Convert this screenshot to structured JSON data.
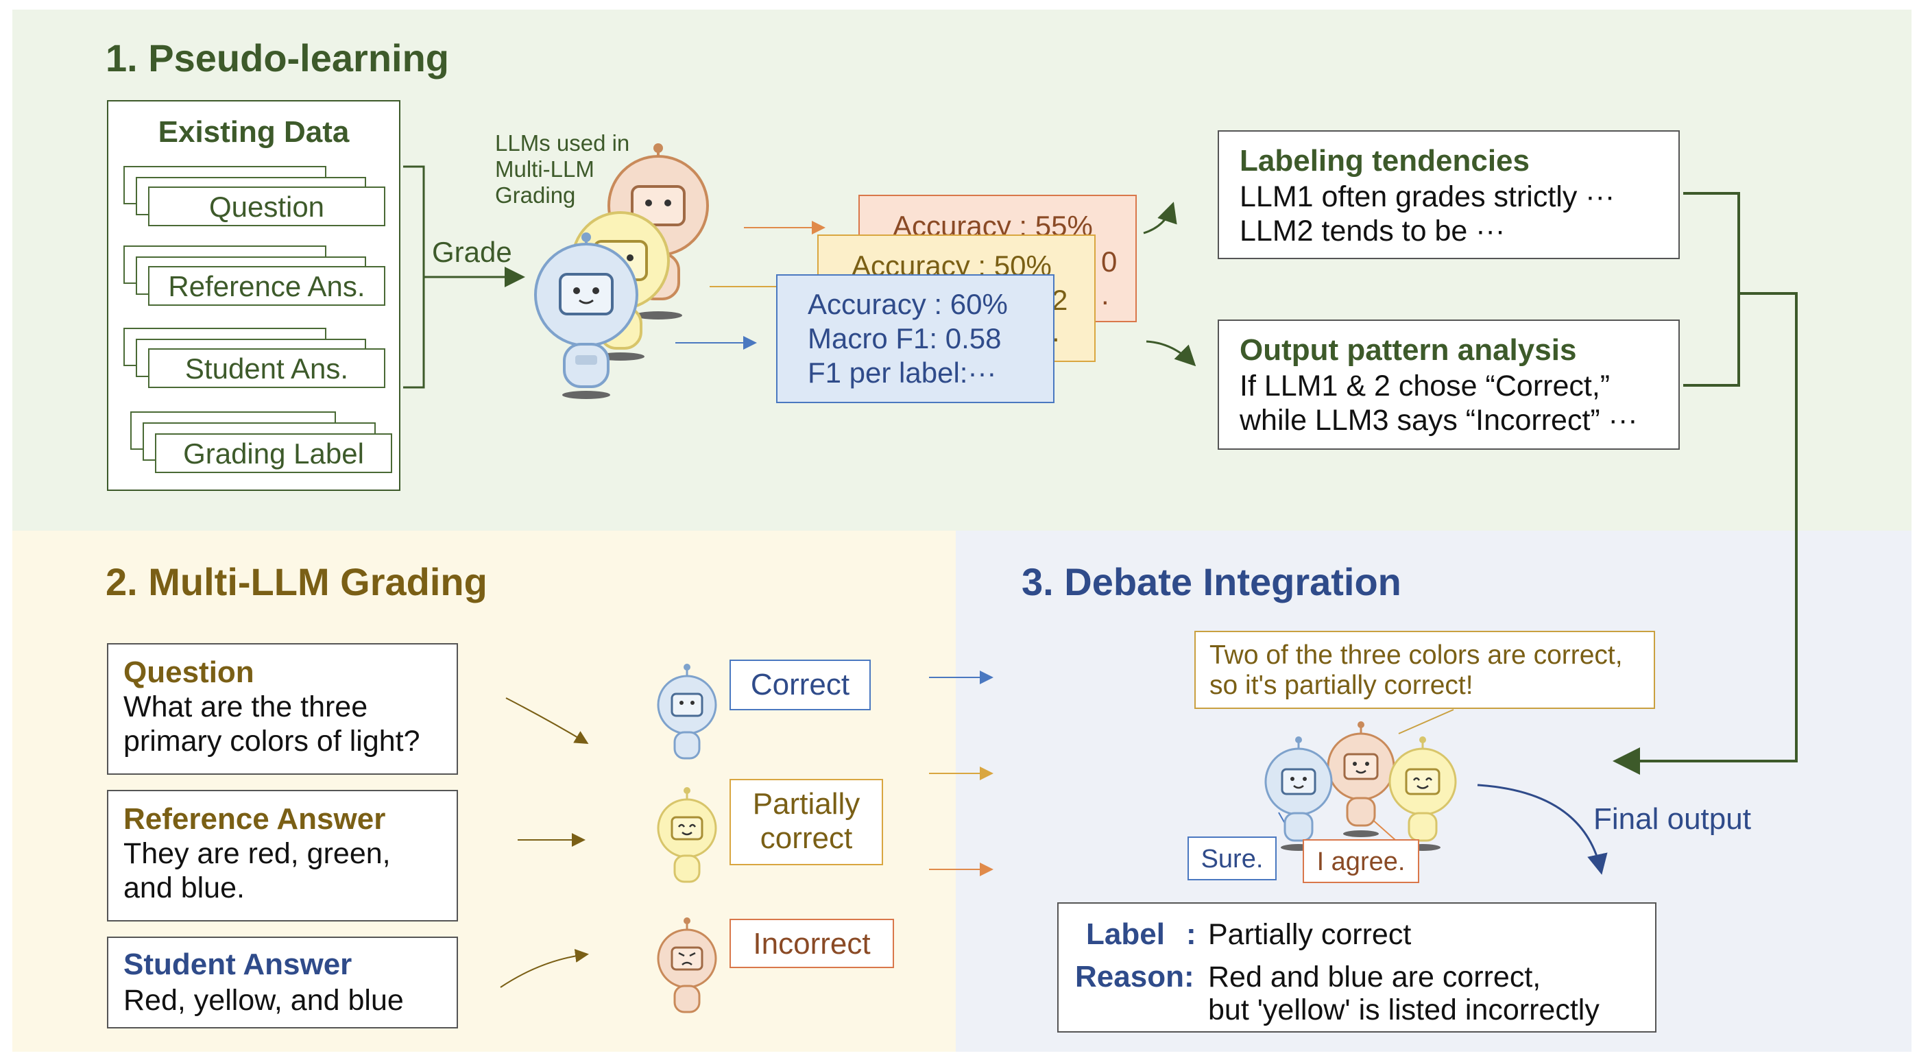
{
  "section1": {
    "title": "1. Pseudo-learning",
    "existing_data": {
      "title": "Existing Data",
      "items": [
        "Question",
        "Reference Ans.",
        "Student Ans.",
        "Grading Label"
      ]
    },
    "grade_label": "Grade",
    "llms_note": [
      "LLMs used in",
      "Multi-LLM",
      "Grading"
    ],
    "metric_cards": [
      {
        "line1": "Accuracy : 55%",
        "line2": "0",
        "line3": "."
      },
      {
        "line1": "Accuracy : 50%",
        "line2": "2",
        "line3": "."
      },
      {
        "line1": "Accuracy : 60%",
        "line2": "Macro F1: 0.58",
        "line3": "F1 per label:···"
      }
    ],
    "labeling": {
      "title": "Labeling tendencies",
      "lines": [
        "LLM1 often grades strictly ···",
        "LLM2 tends to be ···"
      ]
    },
    "output_pattern": {
      "title": "Output pattern analysis",
      "lines": [
        "If LLM1 & 2 chose “Correct,”",
        "while LLM3 says “Incorrect” ···"
      ]
    }
  },
  "section2": {
    "title": "2. Multi-LLM Grading",
    "question": {
      "title": "Question",
      "lines": [
        "What are the three",
        "primary colors of light?"
      ]
    },
    "reference": {
      "title": "Reference Answer",
      "lines": [
        "They are red, green,",
        "and blue."
      ]
    },
    "student": {
      "title": "Student Answer",
      "lines": [
        "Red, yellow, and blue"
      ]
    },
    "outputs": {
      "correct": "Correct",
      "partial": [
        "Partially",
        "correct"
      ],
      "incorrect": "Incorrect"
    }
  },
  "section3": {
    "title": "3. Debate Integration",
    "speech": [
      "Two of the three colors are correct,",
      "so it's partially correct!"
    ],
    "sure": "Sure.",
    "agree": "I agree.",
    "final_output": "Final output",
    "result": {
      "label_key": "Label",
      "label_sep": ":",
      "label_value": "Partially correct",
      "reason_key": "Reason:",
      "reason_lines": [
        "Red and blue are correct,",
        "but 'yellow' is listed incorrectly"
      ]
    }
  },
  "colors": {
    "green_bg": "#eef4e8",
    "yellow_bg": "#fdf8e6",
    "blue_bg": "#eef1f7",
    "green": "#3d5a2a",
    "olive": "#7a5f15",
    "navy": "#2f4b8a",
    "brown": "#8a4a25"
  }
}
